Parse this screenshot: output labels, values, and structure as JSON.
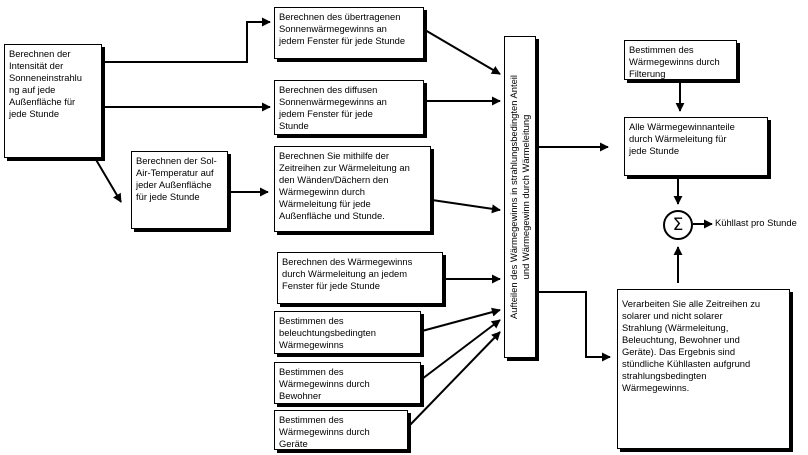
{
  "boxes": {
    "intensity": "Berechnen der\nIntensität der\nSonneneinstrahlu\nng auf jede\nAußenfläche für\njede Stunde",
    "transmitted_solar": "Berechnen des übertragenen\nSonnenwärmegewinns an\njedem Fenster für jede Stunde",
    "diffuse_solar": "Berechnen des diffusen\nSonnenwärmegewinns an\njedem Fenster für jede\nStunde",
    "sol_air": "Berechnen der Sol-\nAir-Temperatur auf\njeder Außenfläche\nfür jede Stunde",
    "time_series_walls": "Berechnen Sie mithilfe der\nZeitreihen zur Wärmeleitung an\nden Wänden/Dächern den\nWärmegewinn durch\nWärmeleitung für jede\nAußenfläche und Stunde.",
    "window_conduction": "Berechnen des Wärmegewinns\ndurch Wärmeleitung an jedem\nFenster für jede Stunde",
    "lighting": "Bestimmen des\nbeleuchtungsbedingten\nWärmegewinns",
    "occupants": "Bestimmen des\nWärmegewinns durch\nBewohner",
    "equipment": "Bestimmen des\nWärmegewinns durch\nGeräte",
    "split": "Aufteilen des Wärmegewinns in strahlungsbedingten Anteil\nund Wärmegewinn durch Wärmeleitung",
    "infiltration": "Bestimmen des\nWärmegewinns durch\nFilterung",
    "conductive_sum": "Alle Wärmegewinnanteile\ndurch Wärmeleitung für\njede Stunde",
    "process_series": "Verarbeiten Sie alle Zeitreihen zu\nsolarer und nicht solarer\nStrahlung (Wärmeleitung,\nBeleuchtung, Bewohner und\nGeräte). Das Ergebnis sind\nstündliche Kühllasten aufgrund\nstrahlungsbedingten\nWärmegewinns."
  },
  "sum_symbol": "Σ",
  "output_label": "Kühllast pro Stunde"
}
